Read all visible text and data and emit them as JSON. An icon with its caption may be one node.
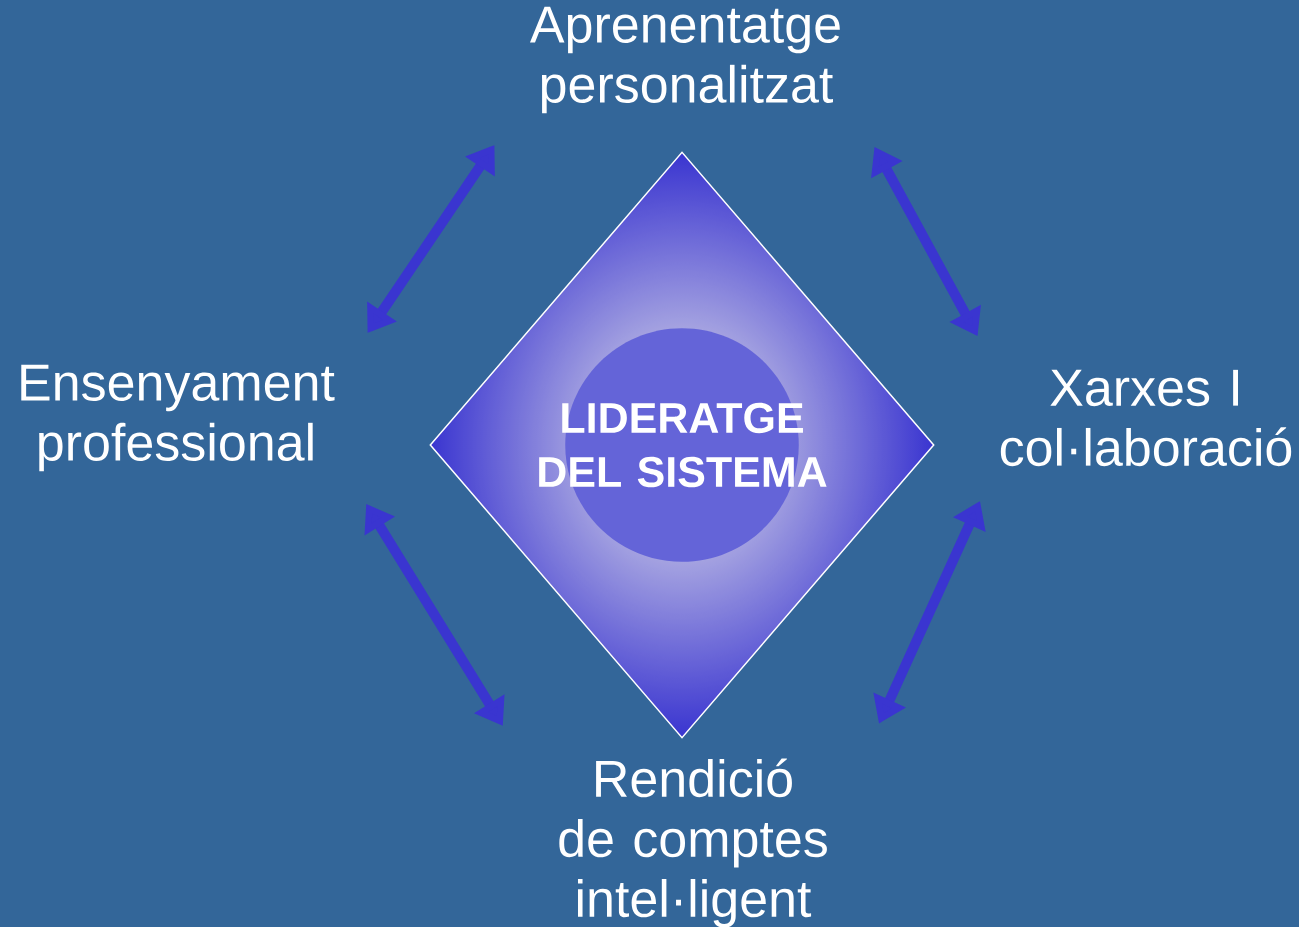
{
  "diagram": {
    "nodes": [
      {
        "text": [
          "Aprenentatge personalitzat"
        ]
      },
      {
        "text": [
          "Ensenyament professional"
        ]
      },
      {
        "text": [
          "Xarxes I col·laboració"
        ]
      },
      {
        "text": [],
        "shape": "diamond"
      },
      {
        "text": [
          "LIDERATGE DEL SISTEMA"
        ],
        "in": 3
      },
      {
        "text": [
          "Rendició de comptes intel·ligent"
        ]
      }
    ],
    "edges": [
      {
        "from": 0,
        "to": 1,
        "arrow": "both"
      },
      {
        "from": 0,
        "to": 2,
        "arrow": "both"
      },
      {
        "from": 1,
        "to": 5,
        "arrow": "both"
      },
      {
        "from": 2,
        "to": 5,
        "arrow": "both"
      }
    ]
  }
}
